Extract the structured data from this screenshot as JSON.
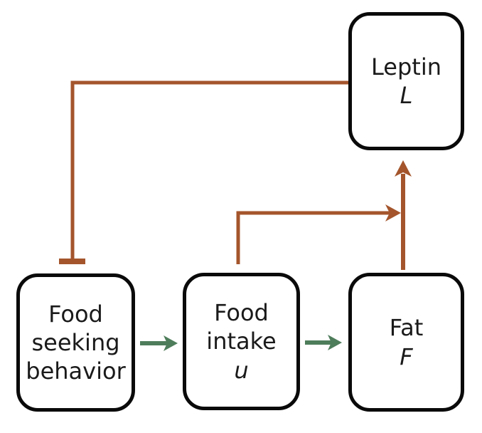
{
  "diagram": {
    "description": "Leptin feedback loop diagram",
    "colors": {
      "brown": "#A4552C",
      "green": "#4E7D5B",
      "node_border": "#0A0A0A",
      "background": "#FFFFFF",
      "text": "#1A1A1A"
    },
    "nodes": {
      "leptin": {
        "line1": "Leptin",
        "var": "L"
      },
      "food_seeking": {
        "line1": "Food",
        "line2": "seeking",
        "line3": "behavior"
      },
      "food_intake": {
        "line1": "Food",
        "line2": "intake",
        "var": "u"
      },
      "fat": {
        "line1": "Fat",
        "var": "F"
      }
    },
    "edges": [
      {
        "id": "leptin-inhibits-food-seeking",
        "from": "leptin",
        "to": "food_seeking",
        "type": "inhibition",
        "color_key": "brown"
      },
      {
        "id": "food-seeking-to-food-intake",
        "from": "food_seeking",
        "to": "food_intake",
        "type": "activation",
        "color_key": "green"
      },
      {
        "id": "food-intake-to-fat",
        "from": "food_intake",
        "to": "fat",
        "type": "activation",
        "color_key": "green"
      },
      {
        "id": "food-intake-to-fat-leptin-flux",
        "from": "food_intake",
        "to": "fat-to-leptin-arrow",
        "type": "activation",
        "color_key": "brown"
      },
      {
        "id": "fat-to-leptin",
        "from": "fat",
        "to": "leptin",
        "type": "activation",
        "color_key": "brown"
      }
    ]
  }
}
